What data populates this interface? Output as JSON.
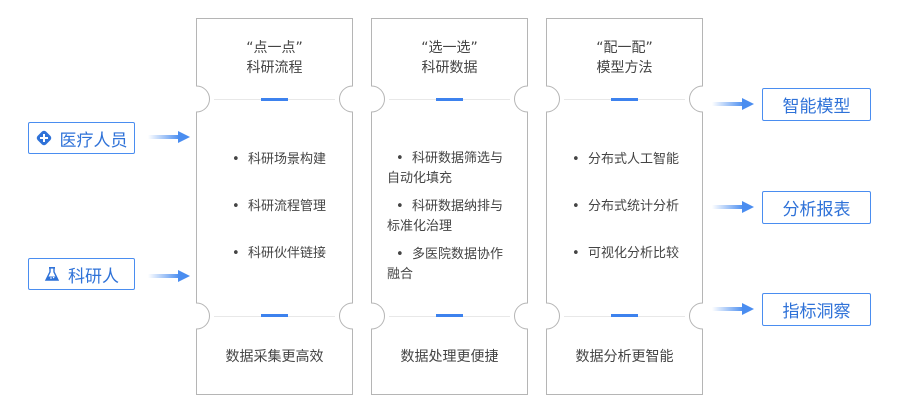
{
  "inputs": [
    {
      "label": "医疗人员",
      "icon": "medical-cross-icon"
    },
    {
      "label": "科研人",
      "icon": "flask-icon"
    }
  ],
  "stages": [
    {
      "title_line1": "“点一点”",
      "title_line2": "科研流程",
      "items": [
        "科研场景构建",
        "科研流程管理",
        "科研伙伴链接"
      ],
      "footer": "数据采集更高效"
    },
    {
      "title_line1": "“选一选”",
      "title_line2": "科研数据",
      "items": [
        "科研数据筛选与自动化填充",
        "科研数据纳排与标准化治理",
        "多医院数据协作融合"
      ],
      "footer": "数据处理更便捷"
    },
    {
      "title_line1": "“配一配”",
      "title_line2": "模型方法",
      "items": [
        "分布式人工智能",
        "分布式统计分析",
        "可视化分析比较"
      ],
      "footer": "数据分析更智能"
    }
  ],
  "outputs": [
    {
      "label": "智能模型"
    },
    {
      "label": "分析报表"
    },
    {
      "label": "指标洞察"
    }
  ],
  "colors": {
    "accent": "#3d82ee",
    "box_border": "#4a8df0",
    "text_blue": "#2f72d8",
    "card_border": "#b5b5b5",
    "text": "#444444"
  }
}
